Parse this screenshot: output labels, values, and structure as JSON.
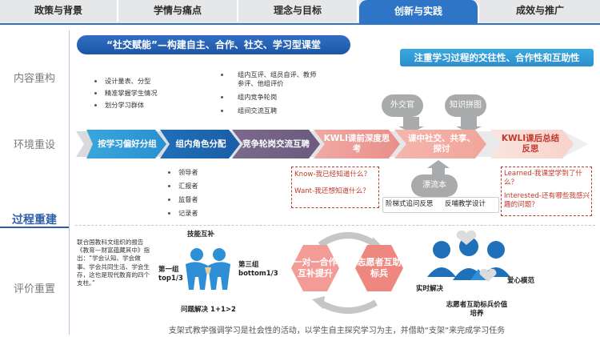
{
  "tabs": [
    "政策与背景",
    "学情与痛点",
    "理念与目标",
    "创新与实践",
    "成效与推广"
  ],
  "side": {
    "content": "内容重构",
    "env": "环境重设",
    "process": "过程重建",
    "eval": "评价重置"
  },
  "title_main": "“社交赋能”—构建自主、合作、社交、学习型课堂",
  "title_sub": "注重学习过程的交往性、合作性和互助性",
  "bullets_left": [
    "设计量表、分型",
    "精准掌握学生情况",
    "划分学习群体"
  ],
  "bullets_mid": [
    "组内互评、组员自评、教师参评、他组评价",
    "组内竞争轮岗",
    "组间交流互聘"
  ],
  "steps": [
    {
      "text": "按学习偏好分组"
    },
    {
      "text": "组内角色分配"
    },
    {
      "text": "竞争轮岗交流互聘"
    },
    {
      "text": "KWLI课前深度思考"
    },
    {
      "text": "课中社交、共享、探讨"
    },
    {
      "text": "KWLI课后总结反思"
    }
  ],
  "roles": [
    "领导者",
    "汇报者",
    "监督者",
    "记录者"
  ],
  "bubbles": {
    "exchange": "外交官",
    "puzzle": "知识拼图",
    "drift": "漂流本"
  },
  "kwli_pre": {
    "know": "Know-我已经知道什么？",
    "want": "Want-我还想知道什么？"
  },
  "kwli_post": {
    "learned": "Learned-我课堂学到了什么？",
    "interested": "Interested-还有哪些我感兴趣的问题？"
  },
  "ladder": "阶梯式追问反思",
  "feedback": "反哺教学设计",
  "quote": "联合国教科文组织的报告《教育—财富蕴藏其中》指出：“学会认知、学会做事、学会共同生活、学会生存，这也是现代教育的四个支柱。”",
  "skill": "技能互补",
  "group1": "第一组top1/3",
  "group3": "第三组bottom1/3",
  "problem": "问题解决 1+1>2",
  "hex1": "一对一合作互补提升",
  "hex2": "志愿者互助标兵",
  "realtime": "实时解决",
  "love": "爱心模范",
  "volunteer": "志愿者互助标兵价值培养",
  "footer": "支架式教学强调学习是社会性的活动，以学生自主探究学习为主，并借助“支架”来完成学习任务"
}
